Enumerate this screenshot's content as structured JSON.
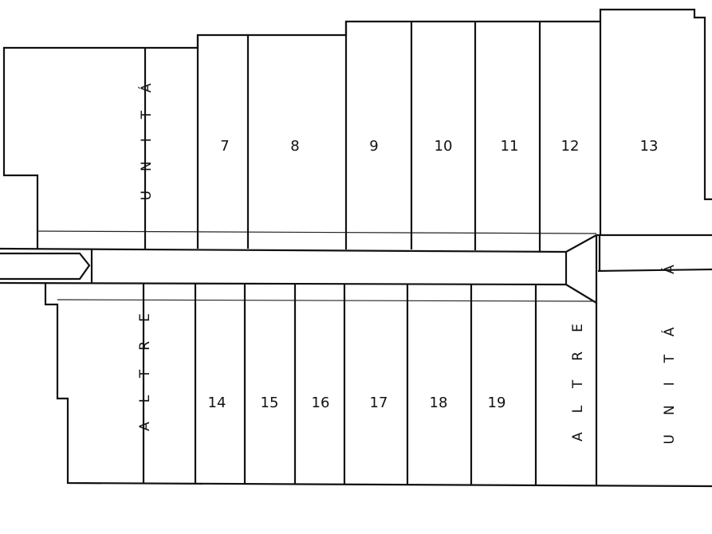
{
  "units": {
    "top": [
      "7",
      "8",
      "9",
      "10",
      "11",
      "12",
      "13"
    ],
    "bottom": [
      "14",
      "15",
      "16",
      "17",
      "18",
      "19"
    ]
  },
  "vertical_labels": {
    "top_left": "UNITÁ",
    "bottom_left": "ALTRE",
    "bottom_middle": "ALTRE",
    "right_lower": "UNITÁ",
    "right_upper": "Á"
  }
}
